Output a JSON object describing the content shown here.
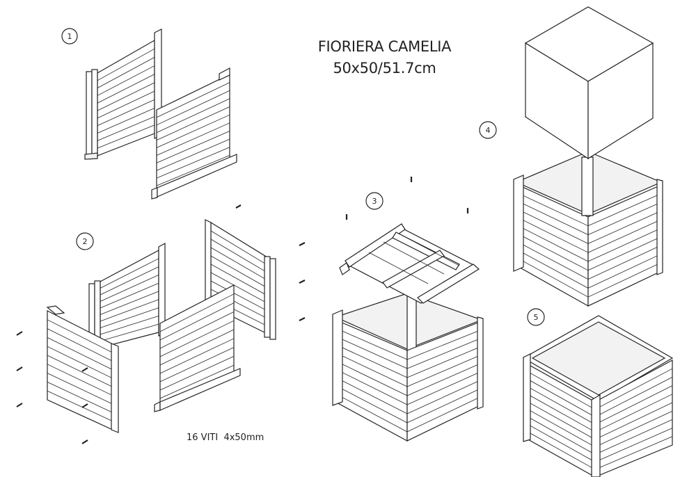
{
  "title": {
    "line1": "FIORIERA CAMELIA",
    "line2": "50x50/51.7cm"
  },
  "screws_note": "16 VITI  4x50mm",
  "steps": [
    "1",
    "2",
    "3",
    "4",
    "5"
  ],
  "colors": {
    "line": "#222222",
    "panel": "#ffffff",
    "shade": "#f2f2f2",
    "background": "#ffffff"
  }
}
